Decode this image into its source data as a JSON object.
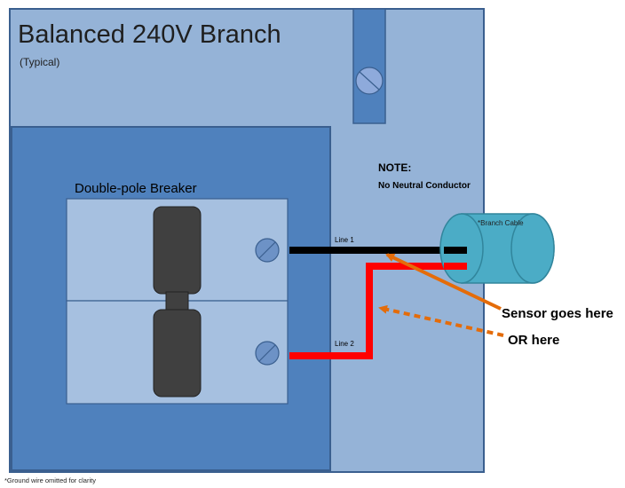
{
  "title": "Balanced 240V Branch",
  "subtitle": "(Typical)",
  "breaker_label": "Double-pole Breaker",
  "note": {
    "heading": "NOTE:",
    "text": "No Neutral Conductor"
  },
  "cable_label": "*Branch Cable",
  "line1_label": "Line 1",
  "line2_label": "Line 2",
  "sensor_label": "Sensor goes here",
  "alt_label": "OR here",
  "footnote": "*Ground wire omitted for clarity",
  "colors": {
    "panel_light": "#95b3d7",
    "panel_dark": "#4f81bd",
    "border": "#3a5f8f",
    "breaker_body": "#a6c0e0",
    "handle": "#404040",
    "line1_wire": "#000000",
    "line2_wire": "#ff0000",
    "cable": "#4bacc6",
    "arrow": "#f79646"
  }
}
